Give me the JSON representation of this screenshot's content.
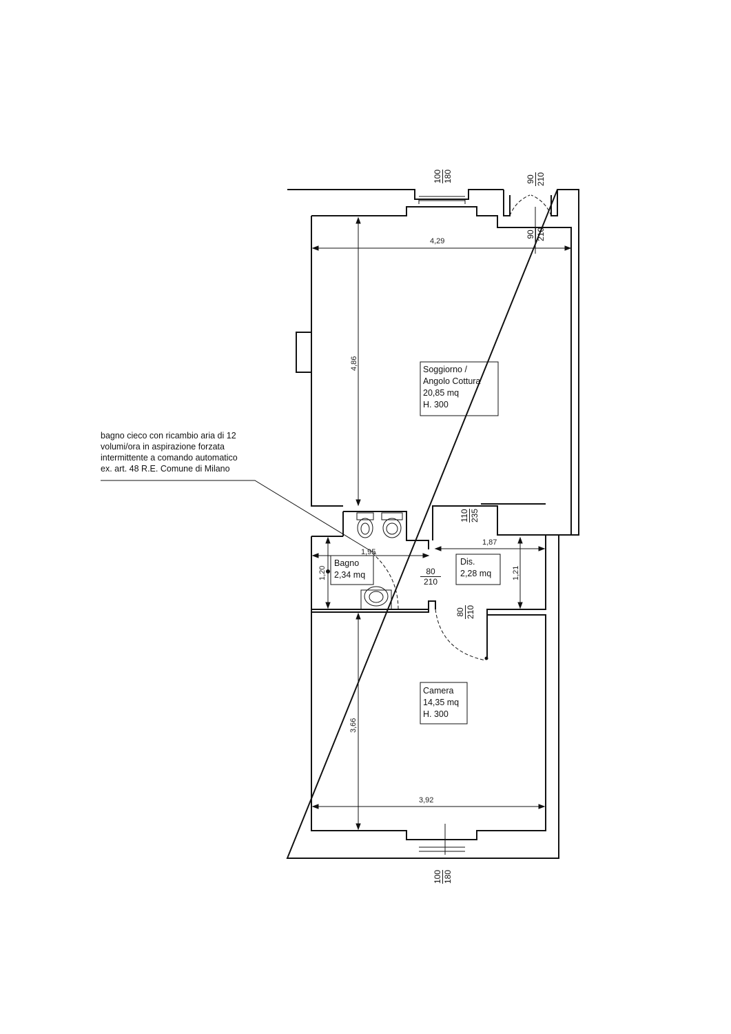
{
  "rooms": {
    "living": {
      "lines": [
        "Soggiorno /",
        "Angolo Cottura",
        "20,85 mq",
        "H. 300"
      ]
    },
    "bedroom": {
      "lines": [
        "Camera",
        "14,35 mq",
        "H. 300"
      ]
    },
    "bathroom": {
      "lines": [
        "Bagno",
        "2,34 mq"
      ]
    },
    "hall": {
      "lines": [
        "Dis.",
        "2,28 mq"
      ]
    }
  },
  "note": {
    "lines": [
      "bagno cieco con ricambio aria di 12",
      "volumi/ora in aspirazione forzata",
      "intermittente a comando automatico",
      "ex. art. 48 R.E. Comune di Milano"
    ]
  },
  "dimensions": {
    "living_width": "4,29",
    "living_length": "4,86",
    "hall_width": "1,87",
    "hall_height": "1,21",
    "bath_width": "1,95",
    "bath_height": "1,20",
    "bedroom_length": "3,66",
    "bedroom_width": "3,92"
  },
  "openings": {
    "top_window": {
      "w": "100",
      "h": "180"
    },
    "top_door_outer": {
      "w": "90",
      "h": "210"
    },
    "top_door_inner": {
      "w": "90",
      "h": "210"
    },
    "kitchen_opening": {
      "w": "110",
      "h": "235"
    },
    "bath_door": {
      "w": "80",
      "h": "210"
    },
    "bedroom_door": {
      "w": "80",
      "h": "210"
    },
    "bottom_window": {
      "w": "100",
      "h": "180"
    }
  }
}
